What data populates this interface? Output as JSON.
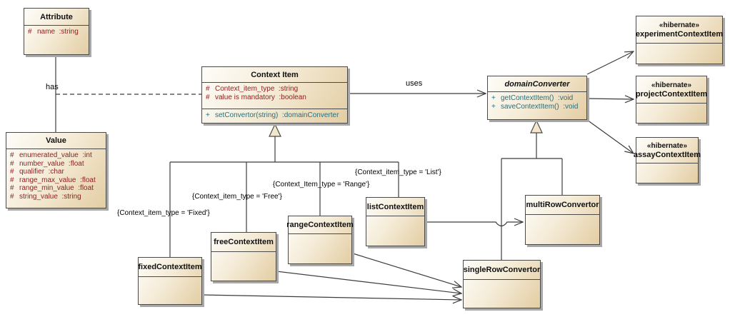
{
  "diagram_type": "uml-class-diagram",
  "colors": {
    "background": "#ffffff",
    "box_gradient_start": "#fefdf9",
    "box_gradient_end": "#e3cda3",
    "box_border": "#4a4a4a",
    "box_shadow": "#a8a8a8",
    "attribute_text": "#8e2020",
    "operation_text": "#23707e",
    "line": "#3c3c3c",
    "label_text": "#000000"
  },
  "classes": {
    "attribute": {
      "title": "Attribute",
      "members": [
        {
          "vis": "#",
          "text": "name  :string"
        }
      ]
    },
    "value": {
      "title": "Value",
      "members": [
        {
          "vis": "#",
          "text": "enumerated_value  :int"
        },
        {
          "vis": "#",
          "text": "number_value  :float"
        },
        {
          "vis": "#",
          "text": "qualifier  :char"
        },
        {
          "vis": "#",
          "text": "range_max_value  :float"
        },
        {
          "vis": "#",
          "text": "range_min_value  :float"
        },
        {
          "vis": "#",
          "text": "string_value  :string"
        }
      ]
    },
    "context_item": {
      "title": "Context Item",
      "attributes": [
        {
          "vis": "#",
          "text": "Context_item_type  :string"
        },
        {
          "vis": "#",
          "text": "value is mandatory  :boolean"
        }
      ],
      "operations": [
        {
          "vis": "+",
          "text": "setConvertor(string)  :domainConverter"
        }
      ]
    },
    "domain_converter": {
      "title": "domainConverter",
      "operations": [
        {
          "vis": "+",
          "text": "getContextItem()  :void"
        },
        {
          "vis": "+",
          "text": "saveContextItem()  :void"
        }
      ]
    },
    "fixed_context_item": {
      "title": "fixedContextItem"
    },
    "free_context_item": {
      "title": "freeContextItem"
    },
    "range_context_item": {
      "title": "rangeContextItem"
    },
    "list_context_item": {
      "title": "listContextItem"
    },
    "multi_row_convertor": {
      "title": "multiRowConvertor"
    },
    "single_row_convertor": {
      "title": "singleRowConvertor"
    },
    "experiment_context_item": {
      "stereotype": "«hibernate»",
      "title": "experimentContextItem"
    },
    "project_context_item": {
      "stereotype": "«hibernate»",
      "title": "projectContextItem"
    },
    "assay_context_item": {
      "stereotype": "«hibernate»",
      "title": "assayContextItem"
    }
  },
  "labels": {
    "has": "has",
    "uses": "uses",
    "constraint_fixed": "{Context_item_type = 'Fixed'}",
    "constraint_free": "{Context_item_type = 'Free'}",
    "constraint_range": "{Context_Item_type = 'Range'}",
    "constraint_list": "{Context_item_type = 'List'}"
  },
  "relationships": [
    {
      "from": "Attribute",
      "to": "Value",
      "type": "association",
      "label": "has"
    },
    {
      "from": "Attribute-Value association",
      "to": "Context Item",
      "type": "dashed-link"
    },
    {
      "from": "Context Item",
      "to": "domainConverter",
      "type": "arrow",
      "label": "uses"
    },
    {
      "from": "fixedContextItem",
      "to": "Context Item",
      "type": "generalization",
      "constraint": "{Context_item_type = 'Fixed'}"
    },
    {
      "from": "freeContextItem",
      "to": "Context Item",
      "type": "generalization",
      "constraint": "{Context_item_type = 'Free'}"
    },
    {
      "from": "rangeContextItem",
      "to": "Context Item",
      "type": "generalization",
      "constraint": "{Context_Item_type = 'Range'}"
    },
    {
      "from": "listContextItem",
      "to": "Context Item",
      "type": "generalization",
      "constraint": "{Context_item_type = 'List'}"
    },
    {
      "from": "singleRowConvertor",
      "to": "domainConverter",
      "type": "generalization"
    },
    {
      "from": "multiRowConvertor",
      "to": "domainConverter",
      "type": "generalization"
    },
    {
      "from": "listContextItem",
      "to": "multiRowConvertor",
      "type": "arrow"
    },
    {
      "from": "rangeContextItem",
      "to": "singleRowConvertor",
      "type": "arrow"
    },
    {
      "from": "freeContextItem",
      "to": "singleRowConvertor",
      "type": "arrow"
    },
    {
      "from": "fixedContextItem",
      "to": "singleRowConvertor",
      "type": "arrow"
    },
    {
      "from": "domainConverter",
      "to": "experimentContextItem",
      "type": "arrow"
    },
    {
      "from": "domainConverter",
      "to": "projectContextItem",
      "type": "arrow"
    },
    {
      "from": "domainConverter",
      "to": "assayContextItem",
      "type": "arrow"
    }
  ]
}
